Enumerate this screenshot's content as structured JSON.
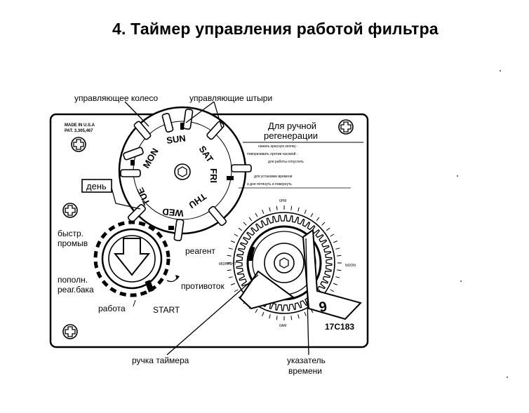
{
  "title": "4. Таймер управления работой фильтра",
  "labels": {
    "control_wheel": "управляющее колесо",
    "control_pins": "управляющие штыри",
    "day": "день",
    "fast_rinse_1": "быстр.",
    "fast_rinse_2": "промыв",
    "refill_1": "пополн.",
    "refill_2": "реаг.бака",
    "service": "работа",
    "start": "START",
    "regenerant": "реагент",
    "backwash": "противоток",
    "timer_knob": "ручка таймера",
    "time_pointer_1": "указатель",
    "time_pointer_2": "времени"
  },
  "plate": {
    "made_in_1": "MADE IN U.S.A",
    "made_in_2": "PAT. 3,305,467",
    "model": "17C183"
  },
  "manual_regen": {
    "heading_1": "Для ручной",
    "heading_2": "регенерации",
    "line_1": "нажать красную кнопку -",
    "line_2": "поворачивать против часовой -",
    "line_3": "для работы отпустить",
    "line_4": "для установки времени",
    "line_5": "и дня потянуть и повернуть"
  },
  "days": [
    "SUN",
    "SAT",
    "FRI",
    "THU",
    "WED",
    "TUE",
    "MON"
  ],
  "dial": {
    "top": "6PM",
    "left": "MIDNIGHT",
    "right": "NOON",
    "bottom": "6AM"
  },
  "icons": [
    "screw-icon",
    "down-arrow-icon",
    "hex-nut-icon"
  ]
}
